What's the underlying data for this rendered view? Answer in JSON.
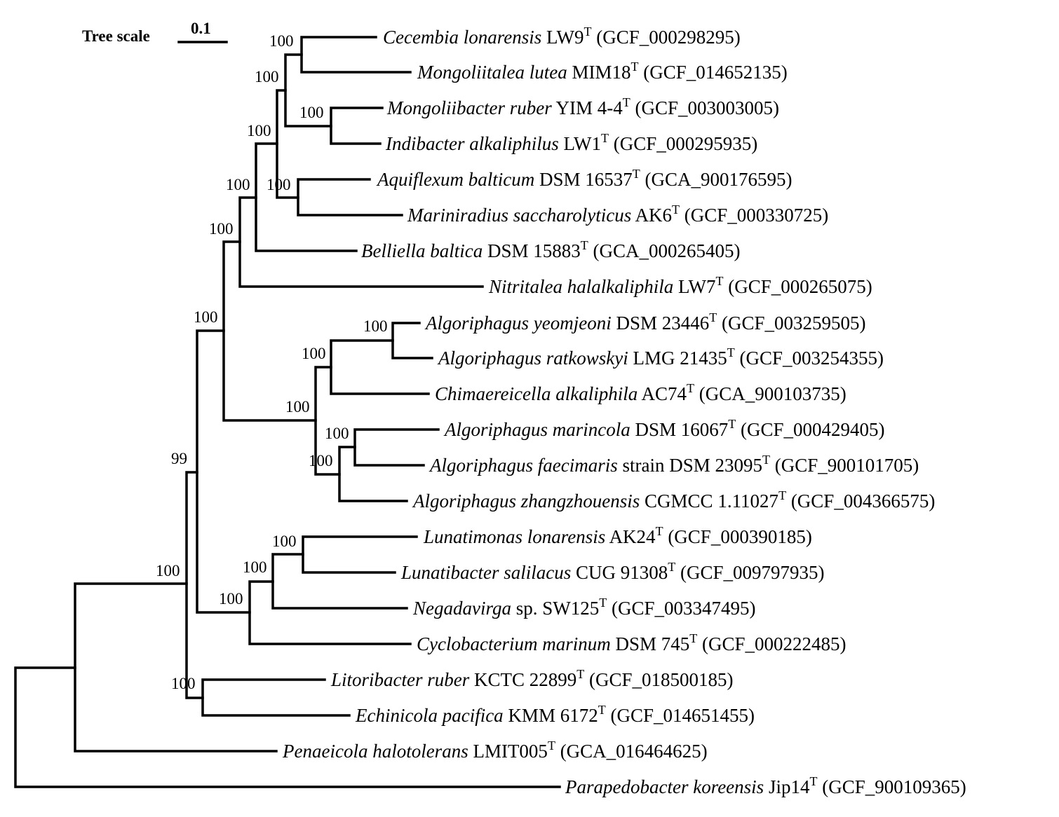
{
  "scale": {
    "title": "Tree scale",
    "value": "0.1"
  },
  "leaves": [
    {
      "id": "cecembia",
      "species": "Cecembia lonarensis",
      "strain": "LW9",
      "type": "T",
      "acc": "(GCF_000298295)"
    },
    {
      "id": "mongoliitalea",
      "species": "Mongoliitalea lutea",
      "strain": "MIM18",
      "type": "T",
      "acc": "(GCF_014652135)"
    },
    {
      "id": "mongoliibacter",
      "species": "Mongoliibacter ruber",
      "strain": "YIM 4-4",
      "type": "T",
      "acc": "(GCF_003003005)"
    },
    {
      "id": "indibacter",
      "species": "Indibacter alkaliphilus",
      "strain": "LW1",
      "type": "T",
      "acc": "(GCF_000295935)"
    },
    {
      "id": "aquiflexum",
      "species": "Aquiflexum balticum",
      "strain": "DSM 16537",
      "type": "T",
      "acc": "(GCA_900176595)"
    },
    {
      "id": "mariniradius",
      "species": "Mariniradius saccharolyticus",
      "strain": "AK6",
      "type": "T",
      "acc": "(GCF_000330725)"
    },
    {
      "id": "belliella",
      "species": "Belliella baltica",
      "strain": "DSM 15883",
      "type": "T",
      "acc": "(GCA_000265405)"
    },
    {
      "id": "nitritalea",
      "species": "Nitritalea halalkaliphila",
      "strain": "LW7",
      "type": "T",
      "acc": "(GCF_000265075)"
    },
    {
      "id": "alg-yeomjeoni",
      "species": "Algoriphagus yeomjeoni",
      "strain": "DSM 23446",
      "type": "T",
      "acc": "(GCF_003259505)"
    },
    {
      "id": "alg-ratkowskyi",
      "species": "Algoriphagus ratkowskyi",
      "strain": "LMG 21435",
      "type": "T",
      "acc": "(GCF_003254355)"
    },
    {
      "id": "chimaereicella",
      "species": "Chimaereicella alkaliphila",
      "strain": "AC74",
      "type": "T",
      "acc": "(GCA_900103735)"
    },
    {
      "id": "alg-marincola",
      "species": "Algoriphagus marincola",
      "strain": "DSM 16067",
      "type": "T",
      "acc": "(GCF_000429405)"
    },
    {
      "id": "alg-faecimaris",
      "species": "Algoriphagus faecimaris",
      "strain": "strain DSM 23095",
      "type": "T",
      "acc": "(GCF_900101705)"
    },
    {
      "id": "alg-zhangzhouensis",
      "species": "Algoriphagus zhangzhouensis",
      "strain": "CGMCC 1.11027",
      "type": "T",
      "acc": "(GCF_004366575)"
    },
    {
      "id": "lunatimonas",
      "species": "Lunatimonas lonarensis",
      "strain": "AK24",
      "type": "T",
      "acc": "(GCF_000390185)"
    },
    {
      "id": "lunatibacter",
      "species": "Lunatibacter salilacus",
      "strain": "CUG 91308",
      "type": "T",
      "acc": "(GCF_009797935)"
    },
    {
      "id": "negadavirga",
      "species": "Negadavirga",
      "strain": "sp. SW125",
      "type": "T",
      "acc": "(GCF_003347495)"
    },
    {
      "id": "cyclobacterium",
      "species": "Cyclobacterium marinum",
      "strain": "DSM 745",
      "type": "T",
      "acc": "(GCF_000222485)"
    },
    {
      "id": "litoribacter",
      "species": "Litoribacter ruber",
      "strain": "KCTC 22899",
      "type": "T",
      "acc": "(GCF_018500185)"
    },
    {
      "id": "echinicola",
      "species": "Echinicola pacifica",
      "strain": "KMM 6172",
      "type": "T",
      "acc": "(GCF_014651455)"
    },
    {
      "id": "penaeicola",
      "species": "Penaeicola halotolerans",
      "strain": "LMIT005",
      "type": "T",
      "acc": "(GCA_016464625)"
    },
    {
      "id": "parapedobacter",
      "species": "Parapedobacter koreensis",
      "strain": "Jip14",
      "type": "T",
      "acc": "(GCF_900109365)"
    }
  ],
  "supports": [
    {
      "node": "cecembia-mongoliitalea",
      "value": "100"
    },
    {
      "node": "mongoliibacter-indibacter",
      "value": "100"
    },
    {
      "node": "cecembia-indibacter",
      "value": "100"
    },
    {
      "node": "aquiflexum-mariniradius",
      "value": "100"
    },
    {
      "node": "cecembia-mariniradius",
      "value": "100"
    },
    {
      "node": "cecembia-belliella",
      "value": "100"
    },
    {
      "node": "cecembia-nitritalea",
      "value": "100"
    },
    {
      "node": "yeomjeoni-ratkowskyi",
      "value": "100"
    },
    {
      "node": "yeomjeoni-chimaereicella",
      "value": "100"
    },
    {
      "node": "marincola-faecimaris",
      "value": "100"
    },
    {
      "node": "marincola-zhangzhouensis",
      "value": "100"
    },
    {
      "node": "algoriphagus-clade",
      "value": "100"
    },
    {
      "node": "cecembia-zhangzhouensis",
      "value": "100"
    },
    {
      "node": "lunatimonas-lunatibacter",
      "value": "100"
    },
    {
      "node": "lunatimonas-negadavirga",
      "value": "100"
    },
    {
      "node": "lunatimonas-cyclobacterium",
      "value": "100"
    },
    {
      "node": "cecembia-cyclobacterium",
      "value": "99"
    },
    {
      "node": "litoribacter-echinicola",
      "value": "100"
    },
    {
      "node": "ingroup",
      "value": "100"
    }
  ]
}
